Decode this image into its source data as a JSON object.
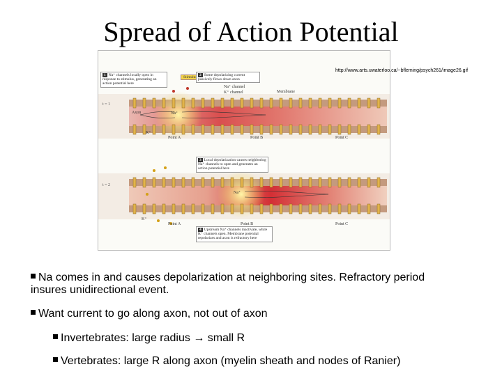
{
  "slide": {
    "title": "Spread of Action Potential",
    "source_url": "http://www.arts.uwaterloo.ca/~bfleming/psych261/image26.gif"
  },
  "figure": {
    "stimulus_label": "Stimulus",
    "row_labels": [
      "t = 1",
      "t = 2"
    ],
    "callouts": [
      {
        "num": "1",
        "text": "Na⁺ channels locally open in response to stimulus, generating an action potential here"
      },
      {
        "num": "2",
        "text": "Some depolarizing current passively flows down axon"
      },
      {
        "num": "3",
        "text": "Local depolarization causes neighboring Na⁺ channels to open and generates an action potential here"
      },
      {
        "num": "4",
        "text": "Upstream Na⁺ channels inactivate, while K⁺ channels open. Membrane potential repolarizes and axon is refractory here"
      }
    ],
    "labels": {
      "axon": "Axon",
      "membrane": "Membrane",
      "na_channel": "Na⁺ channel",
      "k_channel": "K⁺ channel",
      "na": "Na⁺",
      "k": "K⁺",
      "point_a": "Point A",
      "point_b": "Point B",
      "point_c": "Point C"
    }
  },
  "bullets": [
    "Na comes in and causes depolarization at neighboring sites.  Refractory period insures unidirectional event.",
    "Want current to go along axon, not out of axon",
    "Invertebrates: large radius → small R",
    "Vertebrates: large R along axon (myelin sheath and nodes of Ranier)"
  ]
}
